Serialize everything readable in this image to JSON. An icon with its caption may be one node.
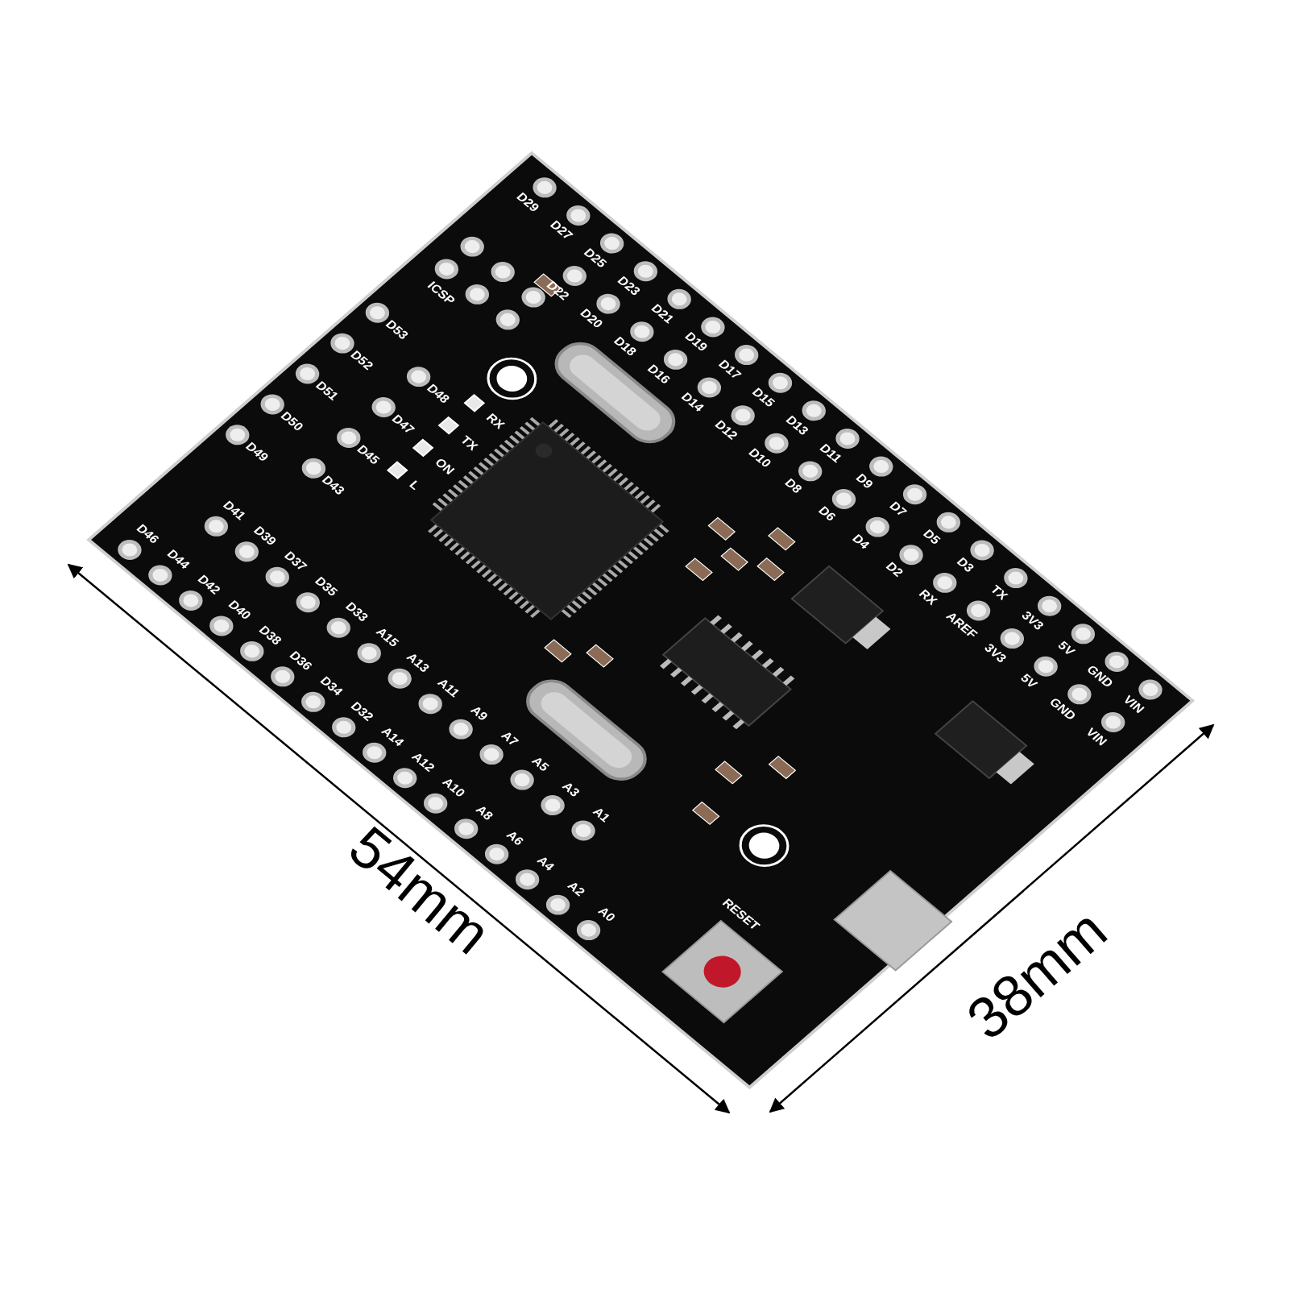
{
  "diagram": {
    "labels": [
      "ICSP",
      "D29",
      "D27",
      "D25",
      "D23",
      "D21",
      "D19",
      "D17",
      "D15",
      "D13",
      "D11",
      "D9",
      "D7",
      "D5",
      "D3",
      "TX",
      "3V3",
      "5V",
      "GND",
      "VIN",
      "D22",
      "D20",
      "D18",
      "D16",
      "D14",
      "D12",
      "D10",
      "D8",
      "D6",
      "D4",
      "D2",
      "RX",
      "AREF",
      "3V3",
      "5V",
      "GND",
      "VIN",
      "D53",
      "D52",
      "D51",
      "D50",
      "D49",
      "D48",
      "D47",
      "D45",
      "D43",
      "RX",
      "TX",
      "ON",
      "L",
      "D46",
      "D44",
      "D42",
      "D40",
      "D38",
      "D36",
      "D34",
      "D32",
      "A14",
      "A12",
      "A10",
      "A8",
      "A6",
      "A4",
      "A2",
      "A0",
      "D41",
      "D39",
      "D37",
      "D35",
      "D33",
      "A15",
      "A13",
      "A11",
      "A9",
      "A7",
      "A5",
      "A3",
      "A1",
      "RESET",
      "54mm",
      "38mm"
    ]
  }
}
